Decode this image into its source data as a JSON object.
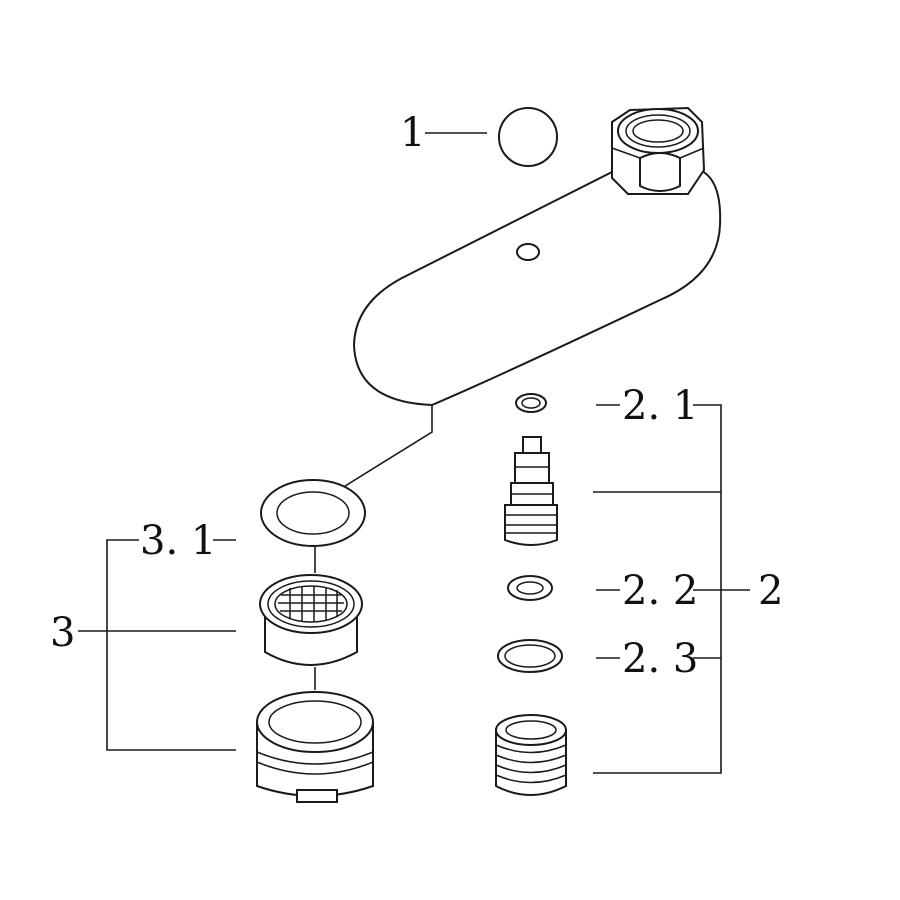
{
  "callouts": {
    "ball": "1",
    "cartridge_group": "2",
    "washer_small": "2. 1",
    "washer_mid": "2. 2",
    "washer_large": "2. 3",
    "aerator_group": "3",
    "aerator_insert": "3. 1"
  },
  "colors": {
    "line": "#1a1a1a",
    "background": "#ffffff"
  }
}
